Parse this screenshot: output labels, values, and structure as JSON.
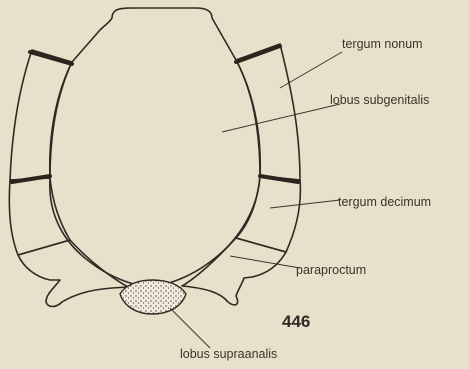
{
  "figure": {
    "number": "446",
    "labels": {
      "tergum_nonum": "tergum nonum",
      "lobus_subgenitalis": "lobus subgenitalis",
      "tergum_decimum": "tergum decimum",
      "paraproctum": "paraproctum",
      "lobus_supraanalis": "lobus supraanalis"
    }
  }
}
